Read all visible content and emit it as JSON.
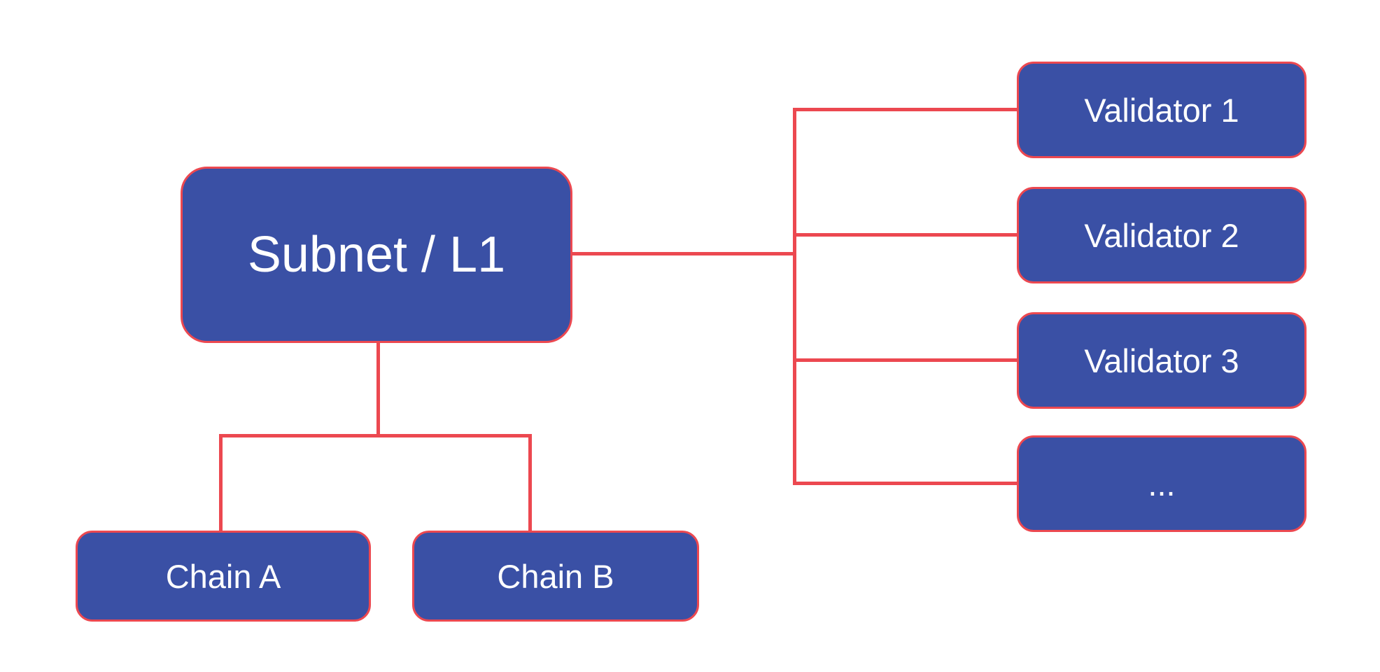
{
  "colors": {
    "bg": "#ffffff",
    "box_fill": "#3A50A5",
    "accent_red": "#EC4850",
    "text_color": "#ffffff"
  },
  "nodes": {
    "subnet": {
      "label": "Subnet / L1"
    },
    "chain_a": {
      "label": "Chain A"
    },
    "chain_b": {
      "label": "Chain B"
    },
    "validators": [
      {
        "label": "Validator 1"
      },
      {
        "label": "Validator 2"
      },
      {
        "label": "Validator 3"
      },
      {
        "label": "..."
      }
    ]
  }
}
